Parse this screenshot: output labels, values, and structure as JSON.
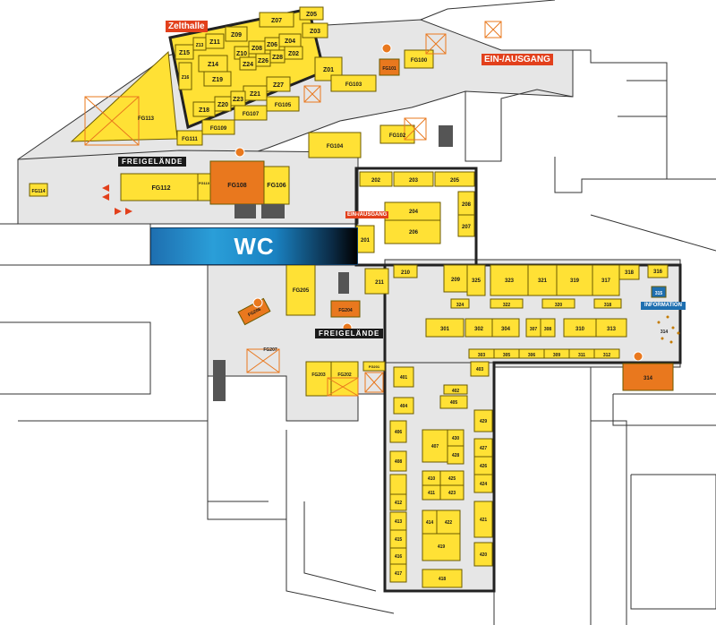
{
  "labels": {
    "zelthalle": "Zelthalle",
    "ein_ausgang": "EIN-/AUSGANG",
    "ein_ausgang_small": "EIN-/AUSGANG",
    "freigelande_top": "FREIGELÄNDE",
    "freigelande_mid": "FREIGELÄNDE",
    "wc": "WC",
    "information": "INFORMATION"
  },
  "colors": {
    "booth": "#ffe135",
    "booth_stroke": "#6b5a00",
    "orange": "#e9781e",
    "floor": "#e6e6e6",
    "wall": "#333333",
    "tag_red": "#e2401c"
  },
  "booths": [
    {
      "id": "Z05",
      "label": "Z05"
    },
    {
      "id": "Z07",
      "label": "Z07"
    },
    {
      "id": "Z03",
      "label": "Z03"
    },
    {
      "id": "Z15",
      "label": "Z15"
    },
    {
      "id": "Z11",
      "label": "Z11"
    },
    {
      "id": "Z13",
      "label": "Z13"
    },
    {
      "id": "Z09",
      "label": "Z09"
    },
    {
      "id": "Z04",
      "label": "Z04"
    },
    {
      "id": "Z06",
      "label": "Z06"
    },
    {
      "id": "Z08",
      "label": "Z08"
    },
    {
      "id": "Z10",
      "label": "Z10"
    },
    {
      "id": "Z14",
      "label": "Z14"
    },
    {
      "id": "Z02",
      "label": "Z02"
    },
    {
      "id": "Z28",
      "label": "Z28"
    },
    {
      "id": "Z26",
      "label": "Z26"
    },
    {
      "id": "Z24",
      "label": "Z24"
    },
    {
      "id": "Z19",
      "label": "Z19"
    },
    {
      "id": "Z16",
      "label": "Z16"
    },
    {
      "id": "Z01",
      "label": "Z01"
    },
    {
      "id": "Z27",
      "label": "Z27"
    },
    {
      "id": "Z21",
      "label": "Z21"
    },
    {
      "id": "Z23",
      "label": "Z23"
    },
    {
      "id": "Z20",
      "label": "Z20"
    },
    {
      "id": "Z18",
      "label": "Z18"
    },
    {
      "id": "FG113",
      "label": "FG113"
    },
    {
      "id": "FG109",
      "label": "FG109"
    },
    {
      "id": "FG107",
      "label": "FG107"
    },
    {
      "id": "FG105",
      "label": "FG105"
    },
    {
      "id": "FG103",
      "label": "FG103"
    },
    {
      "id": "FG101",
      "label": "FG101"
    },
    {
      "id": "FG100",
      "label": "FG100"
    },
    {
      "id": "FG111",
      "label": "FG111"
    },
    {
      "id": "FG104",
      "label": "FG104"
    },
    {
      "id": "FG102",
      "label": "FG102"
    },
    {
      "id": "FG114",
      "label": "FG114"
    },
    {
      "id": "FG112",
      "label": "FG112"
    },
    {
      "id": "FG110",
      "label": "FG110"
    },
    {
      "id": "FG108",
      "label": "FG108"
    },
    {
      "id": "FG106",
      "label": "FG106"
    },
    {
      "id": "202",
      "label": "202"
    },
    {
      "id": "203",
      "label": "203"
    },
    {
      "id": "205",
      "label": "205"
    },
    {
      "id": "204",
      "label": "204"
    },
    {
      "id": "206",
      "label": "206"
    },
    {
      "id": "201",
      "label": "201"
    },
    {
      "id": "207",
      "label": "207"
    },
    {
      "id": "208",
      "label": "208"
    },
    {
      "id": "209",
      "label": "209"
    },
    {
      "id": "210",
      "label": "210"
    },
    {
      "id": "211",
      "label": "211"
    },
    {
      "id": "FG205",
      "label": "FG205"
    },
    {
      "id": "FG204",
      "label": "FG204"
    },
    {
      "id": "FG206",
      "label": "FG206"
    },
    {
      "id": "FG207",
      "label": "FG207"
    },
    {
      "id": "FG203",
      "label": "FG203"
    },
    {
      "id": "FG202",
      "label": "FG202"
    },
    {
      "id": "FG201",
      "label": "FG201"
    },
    {
      "id": "323",
      "label": "323"
    },
    {
      "id": "321",
      "label": "321"
    },
    {
      "id": "319",
      "label": "319"
    },
    {
      "id": "317",
      "label": "317"
    },
    {
      "id": "316",
      "label": "316"
    },
    {
      "id": "318",
      "label": "318"
    },
    {
      "id": "315",
      "label": "315"
    },
    {
      "id": "325",
      "label": "325"
    },
    {
      "id": "324",
      "label": "324"
    },
    {
      "id": "322",
      "label": "322"
    },
    {
      "id": "320",
      "label": "320"
    },
    {
      "id": "318b",
      "label": "318"
    },
    {
      "id": "301",
      "label": "301"
    },
    {
      "id": "302",
      "label": "302"
    },
    {
      "id": "304",
      "label": "304"
    },
    {
      "id": "307",
      "label": "307"
    },
    {
      "id": "308",
      "label": "308"
    },
    {
      "id": "310",
      "label": "310"
    },
    {
      "id": "313",
      "label": "313"
    },
    {
      "id": "314s",
      "label": "314"
    },
    {
      "id": "303",
      "label": "303"
    },
    {
      "id": "305",
      "label": "305"
    },
    {
      "id": "306",
      "label": "306"
    },
    {
      "id": "309",
      "label": "309"
    },
    {
      "id": "311",
      "label": "311"
    },
    {
      "id": "312",
      "label": "312"
    },
    {
      "id": "314",
      "label": "314"
    },
    {
      "id": "403",
      "label": "403"
    },
    {
      "id": "401",
      "label": "401"
    },
    {
      "id": "402",
      "label": "402"
    },
    {
      "id": "405",
      "label": "405"
    },
    {
      "id": "404",
      "label": "404"
    },
    {
      "id": "406",
      "label": "406"
    },
    {
      "id": "407",
      "label": "407"
    },
    {
      "id": "408",
      "label": "408"
    },
    {
      "id": "410",
      "label": "410"
    },
    {
      "id": "411",
      "label": "411"
    },
    {
      "id": "412",
      "label": "412"
    },
    {
      "id": "413",
      "label": "413"
    },
    {
      "id": "414",
      "label": "414"
    },
    {
      "id": "415",
      "label": "415"
    },
    {
      "id": "416",
      "label": "416"
    },
    {
      "id": "417",
      "label": "417"
    },
    {
      "id": "418",
      "label": "418"
    },
    {
      "id": "419",
      "label": "419"
    },
    {
      "id": "420",
      "label": "420"
    },
    {
      "id": "421",
      "label": "421"
    },
    {
      "id": "422",
      "label": "422"
    },
    {
      "id": "423",
      "label": "423"
    },
    {
      "id": "424",
      "label": "424"
    },
    {
      "id": "425",
      "label": "425"
    },
    {
      "id": "426",
      "label": "426"
    },
    {
      "id": "427",
      "label": "427"
    },
    {
      "id": "428",
      "label": "428"
    },
    {
      "id": "429",
      "label": "429"
    },
    {
      "id": "430",
      "label": "430"
    }
  ]
}
